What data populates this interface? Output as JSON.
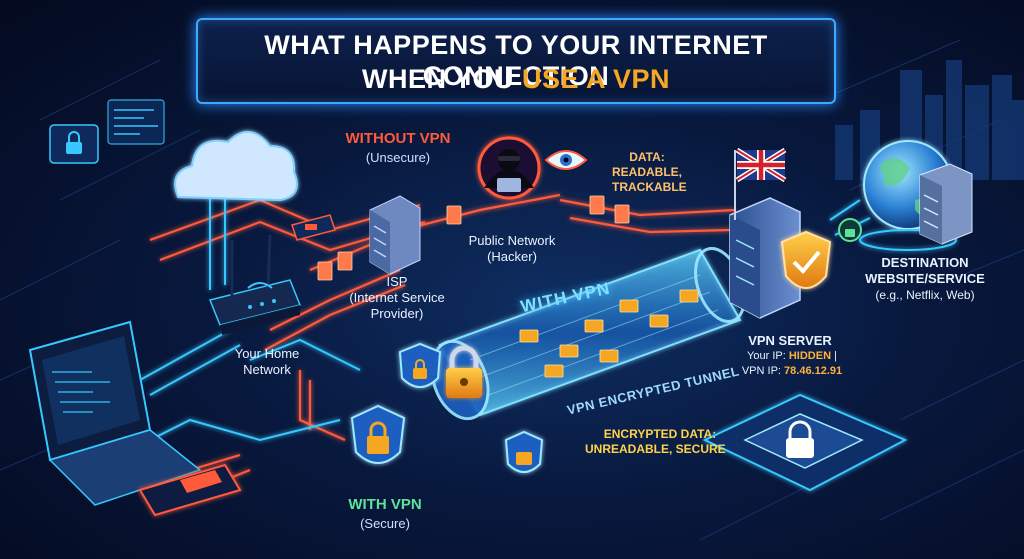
{
  "title": {
    "line1": "WHAT HAPPENS TO YOUR INTERNET CONNECTION",
    "line2_prefix": "WHEN YOU ",
    "line2_accent": "USE A VPN"
  },
  "without_vpn": {
    "label": "WITHOUT VPN",
    "sublabel": "(Unsecure)",
    "data_label_1": "DATA:",
    "data_label_2": "READABLE,",
    "data_label_3": "TRACKABLE"
  },
  "hacker": {
    "label_1": "Public Network",
    "label_2": "(Hacker)"
  },
  "isp": {
    "label_1": "ISP",
    "label_2": "(Internet Service",
    "label_3": "Provider)"
  },
  "home": {
    "label_1": "Your Home",
    "label_2": "Network"
  },
  "tunnel": {
    "with_vpn_tag": "WITH VPN",
    "tunnel_label": "VPN ENCRYPTED TUNNEL",
    "encrypted_1": "ENCRYPTED DATA:",
    "encrypted_2": "UNREADABLE, SECURE"
  },
  "with_vpn": {
    "label": "WITH VPN",
    "sublabel": "(Secure)"
  },
  "vpn_server": {
    "label": "VPN SERVER",
    "your_ip_prefix": "Your IP: ",
    "your_ip_value": "HIDDEN",
    "your_ip_suffix": " |",
    "vpn_ip_prefix": "VPN IP: ",
    "vpn_ip_value": "78.46.12.91"
  },
  "destination": {
    "label_1": "DESTINATION",
    "label_2": "WEBSITE/SERVICE",
    "label_3": "(e.g., Netflix, Web)"
  },
  "colors": {
    "unsecure_path": "#ff5a3a",
    "secure_path": "#37c8ff",
    "accent": "#f5a623",
    "shield": "#f2a52b"
  }
}
